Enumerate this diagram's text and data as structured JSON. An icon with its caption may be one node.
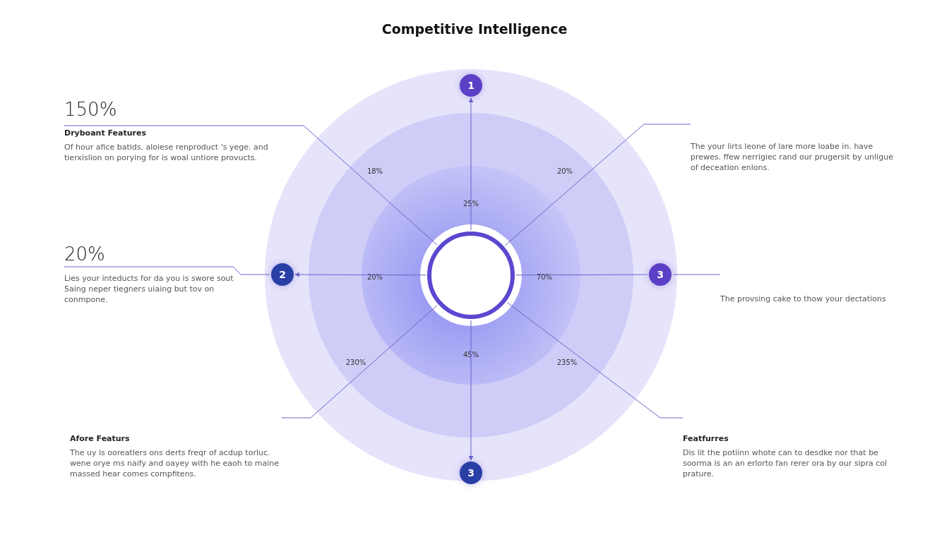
{
  "diagram": {
    "title": "Competitive Intelligence",
    "nodes": [
      {
        "text": [
          "1"
        ]
      },
      {
        "text": [
          "2"
        ]
      },
      {
        "text": [
          "3"
        ]
      },
      {
        "text": [
          "3"
        ]
      },
      {
        "text": [],
        "shape": "circle"
      },
      {
        "text": [
          "150%",
          "Dryboant Features",
          "Of hour afice batids, aloiese renproduct 's yege. and tierxislion on porying for is woal untiore provucts."
        ]
      },
      {
        "text": [
          "The your lirts leone of lare more loabe in. have prewes. ffew nerrigiec rand our prugersit by unligue of deceation enlons."
        ]
      },
      {
        "text": [
          "20%",
          "Lies your inteducts for da you is swore sout 5aing neper tiegners uiaing but tov on conmpone."
        ]
      },
      {
        "text": [
          "The provsing cake to thow your dectations"
        ]
      },
      {
        "text": [
          "Afore Featurs",
          "The uy is ooreatlers ons derts freqr of acdup torluc. wene orye ms naify and oayey with he eaoh to maine massed hear comes compfitens."
        ]
      },
      {
        "text": [
          "Featfurres",
          "Dis lit the potiinn whote can to desdke nor that be soorma is an an erlorto fan rerer ora by our sipra col prature."
        ]
      }
    ],
    "edges": [
      {
        "from": 4,
        "to": 0,
        "arrow": "to"
      },
      {
        "from": 4,
        "to": 3,
        "arrow": "to"
      },
      {
        "from": 4,
        "to": 1,
        "arrow": "to"
      },
      {
        "from": 4,
        "to": 2,
        "arrow": "none"
      },
      {
        "from": 5,
        "to": 4,
        "arrow": "none"
      },
      {
        "from": 6,
        "to": 4,
        "arrow": "none"
      },
      {
        "from": 7,
        "to": 1,
        "arrow": "none"
      },
      {
        "from": 2,
        "to": 8,
        "arrow": "none"
      },
      {
        "from": 9,
        "to": 4,
        "arrow": "none"
      },
      {
        "from": 10,
        "to": 4,
        "arrow": "none"
      }
    ],
    "labels": [
      "18%",
      "20%",
      "25%",
      "20%",
      "70%",
      "45%",
      "230%",
      "235%"
    ]
  }
}
